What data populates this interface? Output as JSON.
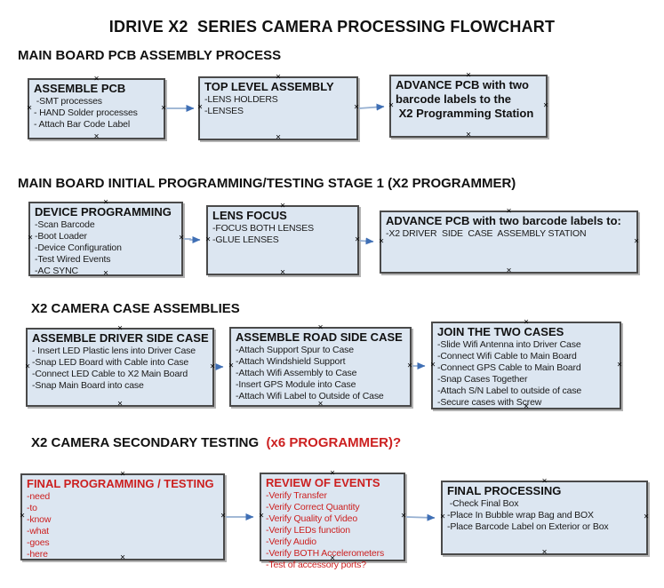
{
  "window": {
    "title": "IDRIVE X2  SERIES CAMERA PROCESSING FLOWCHART"
  },
  "colors": {
    "box_fill": "#dce6f1",
    "box_border": "#4a4a4a",
    "red_text": "#cc2020",
    "connector_line": "#95afd1",
    "connector_arrow": "#3f6fb5"
  },
  "handle_glyph": "×",
  "sections": {
    "s1": {
      "heading": "MAIN BOARD PCB ASSEMBLY PROCESS"
    },
    "s2": {
      "heading": "MAIN BOARD INITIAL PROGRAMMING/TESTING STAGE 1 (X2 PROGRAMMER)"
    },
    "s3": {
      "heading": "X2 CAMERA CASE ASSEMBLIES"
    },
    "s4": {
      "heading_black": "X2 CAMERA SECONDARY TESTING  ",
      "heading_red": "(x6 PROGRAMMER)?"
    }
  },
  "boxes": {
    "assemble_pcb": {
      "header": "ASSEMBLE PCB",
      "items": [
        " -SMT processes",
        "- HAND Solder processes",
        "- Attach Bar Code Label"
      ]
    },
    "top_level_assembly": {
      "header": "TOP LEVEL ASSEMBLY",
      "items": [
        "-LENS HOLDERS",
        "-LENSES"
      ]
    },
    "advance_to_programming_station": {
      "header": "ADVANCE PCB with two\nbarcode labels to the\n X2 Programming Station",
      "items": []
    },
    "device_programming": {
      "header": "DEVICE PROGRAMMING",
      "items": [
        "-Scan Barcode",
        "-Boot Loader",
        "-Device Configuration",
        "-Test Wired Events",
        "-AC SYNC"
      ]
    },
    "lens_focus": {
      "header": "LENS FOCUS",
      "items": [
        "-FOCUS BOTH LENSES",
        "-GLUE LENSES"
      ]
    },
    "advance_to_driver_station": {
      "header": "ADVANCE PCB with two barcode labels to:",
      "items": [
        "-X2 DRIVER  SIDE  CASE  ASSEMBLY STATION"
      ]
    },
    "assemble_driver_side_case": {
      "header": "ASSEMBLE DRIVER SIDE CASE",
      "items": [
        "- Insert LED Plastic lens into Driver Case",
        "-Snap LED Board with Cable into Case",
        "-Connect LED Cable to X2 Main Board",
        "-Snap Main Board into case"
      ]
    },
    "assemble_road_side_case": {
      "header": "ASSEMBLE ROAD SIDE CASE",
      "items": [
        "-Attach Support Spur to Case",
        "-Attach Windshield Support",
        "-Attach Wifi Assembly to Case",
        "-Insert GPS Module into Case",
        "-Attach Wifi Label to Outside of Case"
      ]
    },
    "join_the_two_cases": {
      "header": "JOIN THE TWO CASES",
      "items": [
        "-Slide Wifi Antenna into Driver Case",
        "-Connect Wifi Cable to Main Board",
        "-Connect GPS Cable to Main Board",
        "-Snap Cases Together",
        "-Attach S/N Label to outside of case",
        "-Secure cases with Screw"
      ]
    },
    "final_programming_testing": {
      "accent": "red",
      "header": "FINAL PROGRAMMING / TESTING",
      "items": [
        "-need",
        "-to",
        "-know",
        "-what",
        "-goes",
        "-here"
      ]
    },
    "review_of_events": {
      "accent": "red",
      "header": "REVIEW OF EVENTS",
      "items": [
        "-Verify Transfer",
        "-Verify Correct Quantity",
        "-Verify Quality of Video",
        "-Verify LEDs function",
        "-Verify Audio",
        "-Verify BOTH Accelerometers",
        "-Test of accessory ports?"
      ]
    },
    "final_processing": {
      "header": "FINAL PROCESSING",
      "items": [
        " -Check Final Box",
        "-Place In Bubble wrap Bag and BOX",
        "-Place Barcode Label on Exterior or Box"
      ]
    }
  }
}
